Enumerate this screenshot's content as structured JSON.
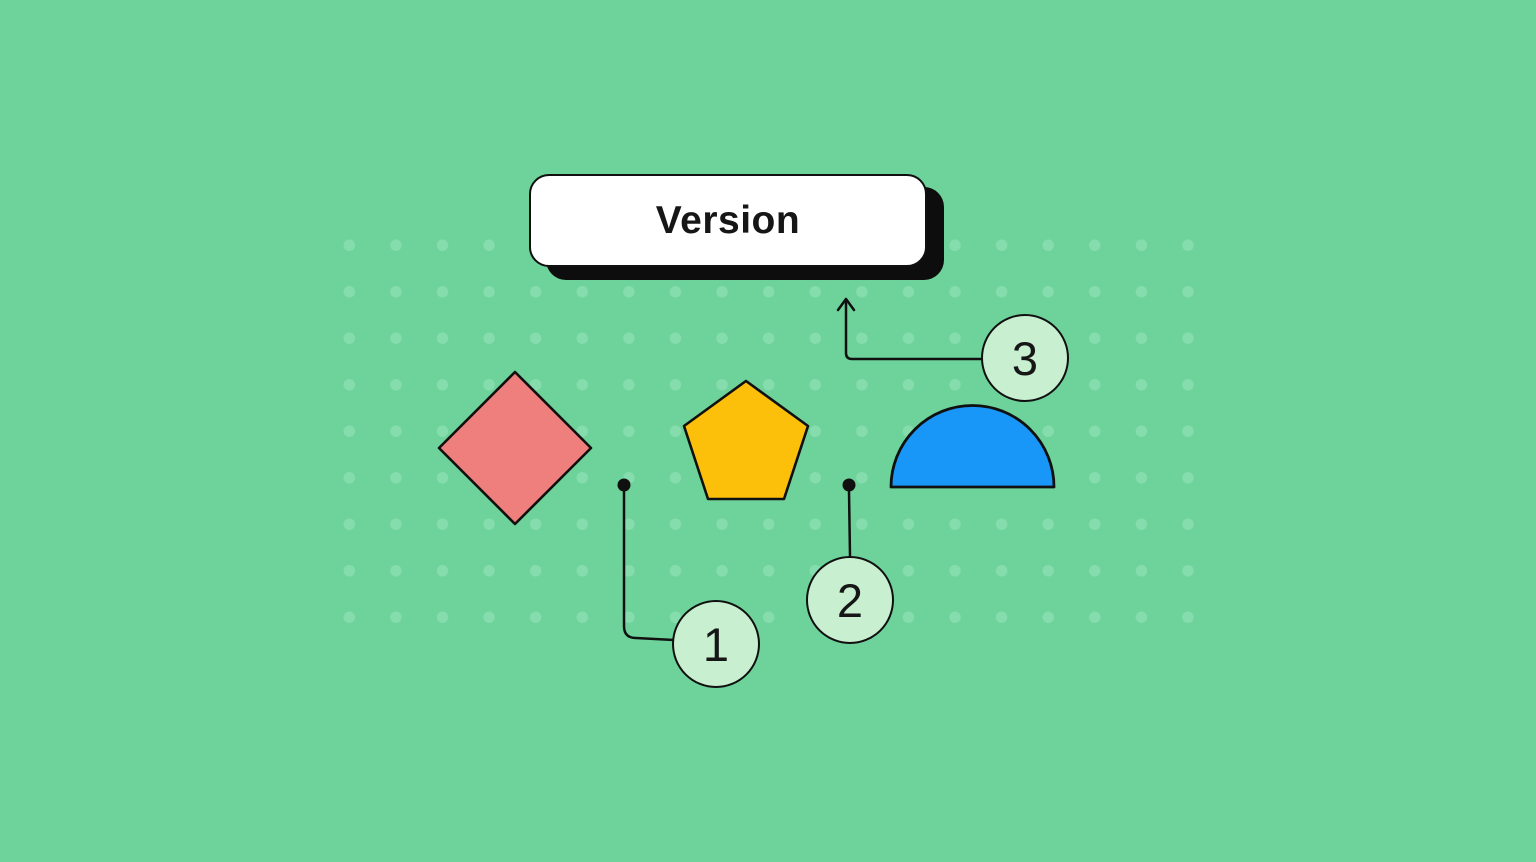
{
  "card": {
    "label": "Version"
  },
  "badges": [
    {
      "number": "1"
    },
    {
      "number": "2"
    },
    {
      "number": "3"
    }
  ],
  "colors": {
    "background": "#6ed39a",
    "dots": "#85dcac",
    "outline": "#101010",
    "text": "#161616",
    "card_fill": "#ffffff",
    "card_shadow": "#0d0d0d",
    "diamond_fill": "#ee7f7d",
    "pentagon_fill": "#fcc00b",
    "semicircle_fill": "#1897f9",
    "badge_fill": "#c8efcf"
  }
}
